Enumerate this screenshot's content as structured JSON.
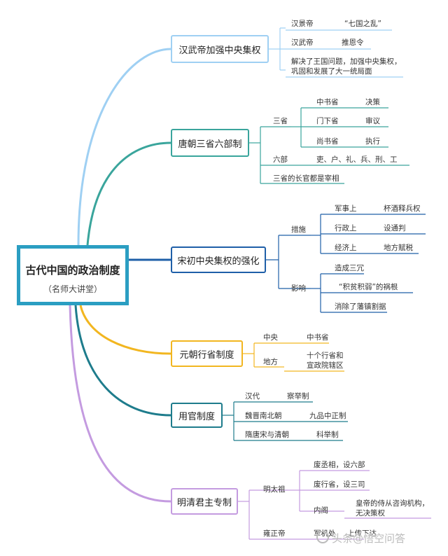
{
  "root": {
    "title": "古代中国的政治制度",
    "subtitle": "（名师大讲堂）"
  },
  "colors": {
    "han": "#9fd0f3",
    "tang": "#3aa59c",
    "song": "#1f5fa8",
    "yuan": "#f2b620",
    "yong": "#1e7c8c",
    "ming": "#c49be0",
    "root": "#2b9ec2"
  },
  "topics": {
    "han": {
      "title": "汉武帝加强中央集权",
      "rows": [
        {
          "a": "汉景帝",
          "b": "“七国之乱”"
        },
        {
          "a": "汉武帝",
          "b": "推恩令"
        }
      ],
      "summary": "解决了王国问题，加强中央集权，巩固和发展了大一统局面"
    },
    "tang": {
      "title": "唐朝三省六部制",
      "sansheng": "三省",
      "rows": [
        {
          "a": "中书省",
          "b": "决策"
        },
        {
          "a": "门下省",
          "b": "审议"
        },
        {
          "a": "尚书省",
          "b": "执行"
        }
      ],
      "liubu": "六部",
      "liubu_detail": "吏、户、礼、兵、刑、工",
      "chief": "三省的长官都是宰相"
    },
    "song": {
      "title": "宋初中央集权的强化",
      "measures": "措施",
      "measure_rows": [
        {
          "a": "军事上",
          "b": "杯酒释兵权"
        },
        {
          "a": "行政上",
          "b": "设通判"
        },
        {
          "a": "经济上",
          "b": "地方赋税"
        }
      ],
      "impact": "影响",
      "impact_items": [
        "造成三冗",
        "“积贫积弱”的祸根",
        "消除了藩镇割据"
      ]
    },
    "yuan": {
      "title": "元朝行省制度",
      "central": "中央",
      "central_detail": "中书省",
      "local": "地方",
      "local_detail": "十个行省和宣政院辖区"
    },
    "yong": {
      "title": "用官制度",
      "rows": [
        {
          "a": "汉代",
          "b": "察举制"
        },
        {
          "a": "魏晋南北朝",
          "b": "九品中正制"
        },
        {
          "a": "隋唐宋与清朝",
          "b": "科举制"
        }
      ]
    },
    "ming": {
      "title": "明清君主专制",
      "mingtaizu": "明太祖",
      "taizu_items": [
        "废丞相，设六部",
        "废行省，设三司"
      ],
      "neige": "内阁",
      "neige_detail": "皇帝的侍从咨询机构，无决策权",
      "yongzheng": "雍正帝",
      "junjichu": "军机处",
      "junjichu_detail": "上传下达"
    }
  },
  "watermark": "头条@悟空问答"
}
